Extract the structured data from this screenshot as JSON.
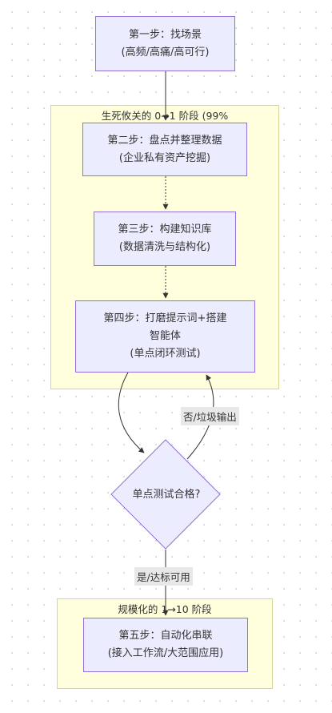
{
  "groups": {
    "phase1": {
      "label": "生死攸关的 0→1 阶段 (99%"
    },
    "phase2": {
      "label": "规模化的 1→10 阶段"
    }
  },
  "nodes": {
    "step1": {
      "line1": "第一步：找场景",
      "line2": "(高频/高痛/高可行)"
    },
    "step2": {
      "line1": "第二步：盘点并整理数据",
      "line2": "(企业私有资产挖掘)"
    },
    "step3": {
      "line1": "第三步：构建知识库",
      "line2": "(数据清洗与结构化)"
    },
    "step4": {
      "line1": "第四步：打磨提示词+搭建",
      "line2": "智能体",
      "line3": "(单点闭环测试)"
    },
    "decision": {
      "label": "单点测试合格?"
    },
    "step5": {
      "line1": "第五步：自动化串联",
      "line2": "(接入工作流/大范围应用)"
    }
  },
  "edges": {
    "no_label": "否/垃圾输出",
    "yes_label": "是/达标可用"
  },
  "colors": {
    "node_fill": "#ececff",
    "node_stroke": "#9370db",
    "group_fill": "#ffffde",
    "group_stroke": "#d5d59a",
    "edge": "#333333",
    "edge_label_bg": "#e8e8e8"
  }
}
